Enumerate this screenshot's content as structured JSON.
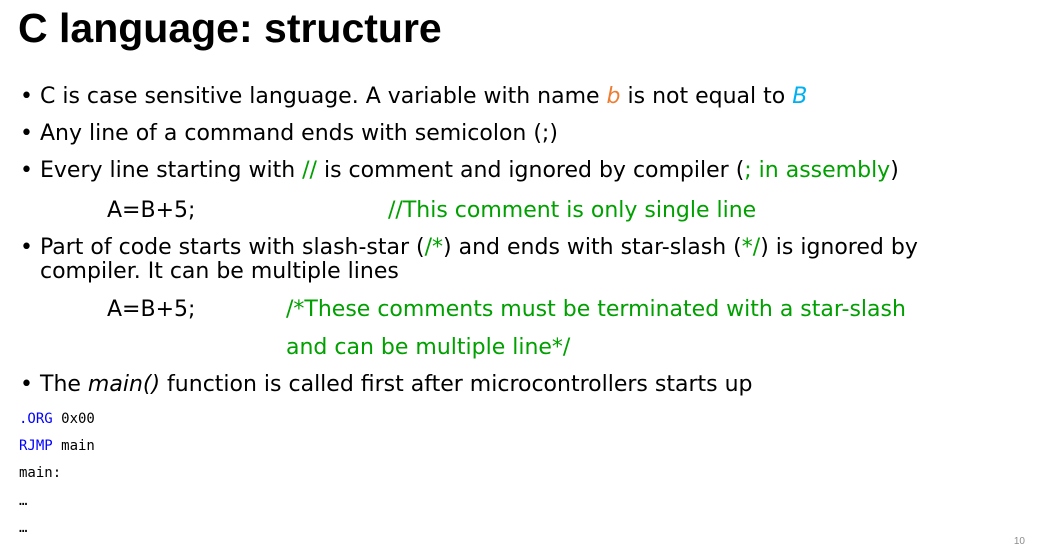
{
  "slide": {
    "title": "C language: structure",
    "page_number": "10",
    "bullets": {
      "b1": {
        "pre": "C is case sensitive language. A variable with name ",
        "var1": "b",
        "mid": " is not equal to ",
        "var2": "B"
      },
      "b2": {
        "text": "Any line of a command ends with semicolon (;)"
      },
      "b3": {
        "pre": "Every line starting with ",
        "marker": "//",
        "mid": " is comment and ignored by compiler (",
        "asm": "; in assembly",
        "post": ")"
      },
      "ex1": {
        "code": "A=B+5;",
        "comment": "//This comment is only single line"
      },
      "b4": {
        "pre": "Part of code starts with slash-star (",
        "open": "/*",
        "mid": ") and ends with star-slash (",
        "close": "*/",
        "post": ") is ignored by",
        "line2": "compiler. It can be multiple lines"
      },
      "ex2": {
        "code": "A=B+5;",
        "comment_line1": "/*These comments must be terminated with a star-slash",
        "comment_line2": "and can be multiple line*/"
      },
      "b5": {
        "pre": "The ",
        "func": "main()",
        "post": " function is called first after microcontrollers starts up"
      }
    },
    "asm_code": {
      "l1_kw": ".ORG",
      "l1_arg": " 0x00",
      "l2_kw": "RJMP",
      "l2_arg": " main",
      "l3": "main:",
      "l4": "…",
      "l5": "…"
    },
    "colors": {
      "orange": "#ed7d31",
      "blue": "#00b0f0",
      "green": "#00a000",
      "code_keyword": "#0000ff"
    }
  }
}
